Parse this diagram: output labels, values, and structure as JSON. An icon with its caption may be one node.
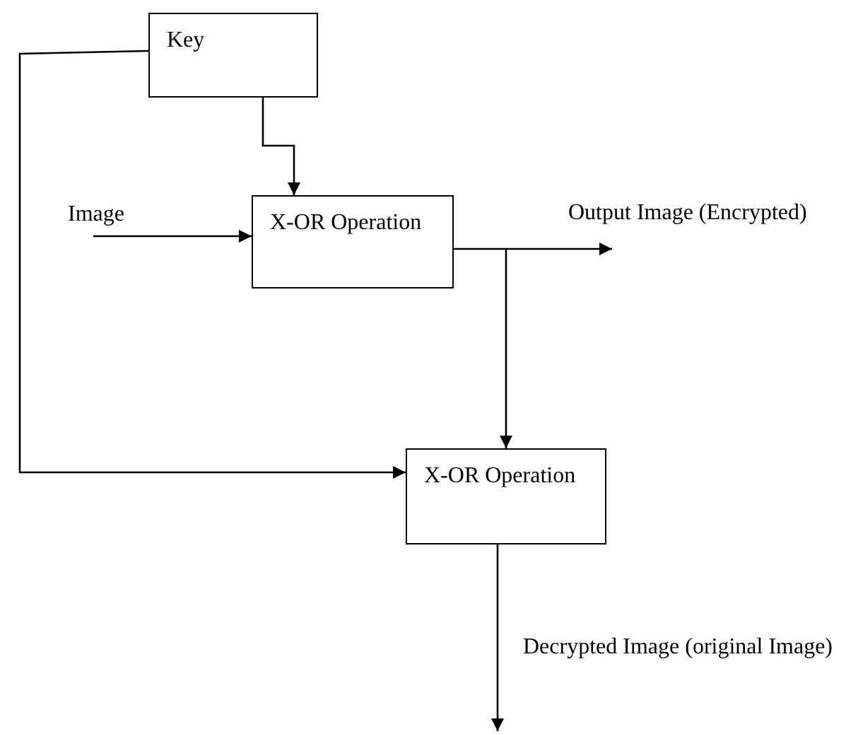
{
  "diagram": {
    "nodes": [
      {
        "text": [
          "Key"
        ]
      },
      {
        "text": [
          "Image"
        ]
      },
      {
        "text": [
          "X-OR Operation"
        ]
      },
      {
        "text": [
          "Output Image (Encrypted)"
        ]
      },
      {
        "text": [
          "X-OR Operation"
        ]
      }
    ],
    "edges": [
      {
        "from": 0,
        "to": 2,
        "arrow": "to"
      },
      {
        "from": 1,
        "to": 2,
        "arrow": "to"
      },
      {
        "from": 2,
        "to": 3,
        "arrow": "to"
      },
      {
        "from": 2,
        "to": 4,
        "arrow": "to"
      },
      {
        "from": 0,
        "to": 4,
        "arrow": "to"
      },
      {
        "from": 4,
        "to": null,
        "arrow": "to",
        "label": "Decrypted Image (original Image)"
      }
    ]
  }
}
